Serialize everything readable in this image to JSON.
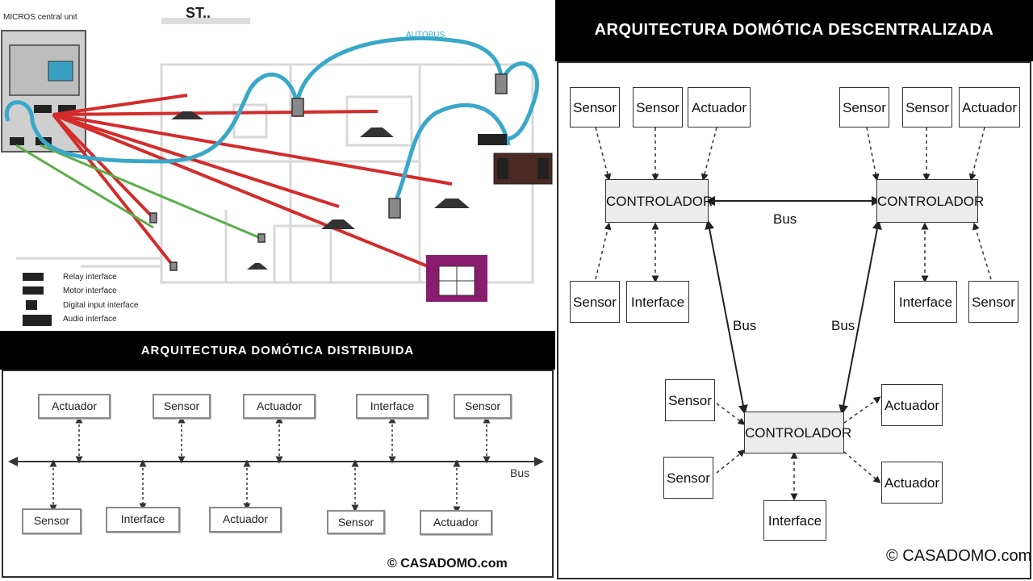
{
  "floorplan": {
    "central_unit_label": "MICROS central unit",
    "autobus_label": "AUTOBUS",
    "legend": [
      "Relay interface",
      "Motor interface",
      "Digital input interface",
      "Audio interface"
    ],
    "colors": {
      "relay_lines": "#d42b2b",
      "bus_lines": "#38a8c8",
      "digital_lines": "#5aae4a",
      "curtain": "#8a1c6e"
    }
  },
  "distributed": {
    "title": "ARQUITECTURA DOMÓTICA DISTRIBUIDA",
    "top_boxes": [
      "Actuador",
      "Sensor",
      "Actuador",
      "Interface",
      "Sensor"
    ],
    "bottom_boxes": [
      "Sensor",
      "Interface",
      "Actuador",
      "Sensor",
      "Actuador"
    ],
    "bus_label": "Bus",
    "copyright": "© CASADOMO.com"
  },
  "decentralized": {
    "title": "ARQUITECTURA DOMÓTICA DESCENTRALIZADA",
    "controller_label": "CONTROLADOR",
    "left_top": [
      "Sensor",
      "Sensor",
      "Actuador"
    ],
    "right_top": [
      "Sensor",
      "Sensor",
      "Actuador"
    ],
    "left_bottom": [
      "Sensor",
      "Interface"
    ],
    "right_bottom": [
      "Interface",
      "Sensor"
    ],
    "center_left": [
      "Sensor",
      "Sensor"
    ],
    "center_right": [
      "Actuador",
      "Actuador"
    ],
    "center_bottom": "Interface",
    "bus_label": "Bus",
    "copyright": "© CASADOMO.com"
  }
}
